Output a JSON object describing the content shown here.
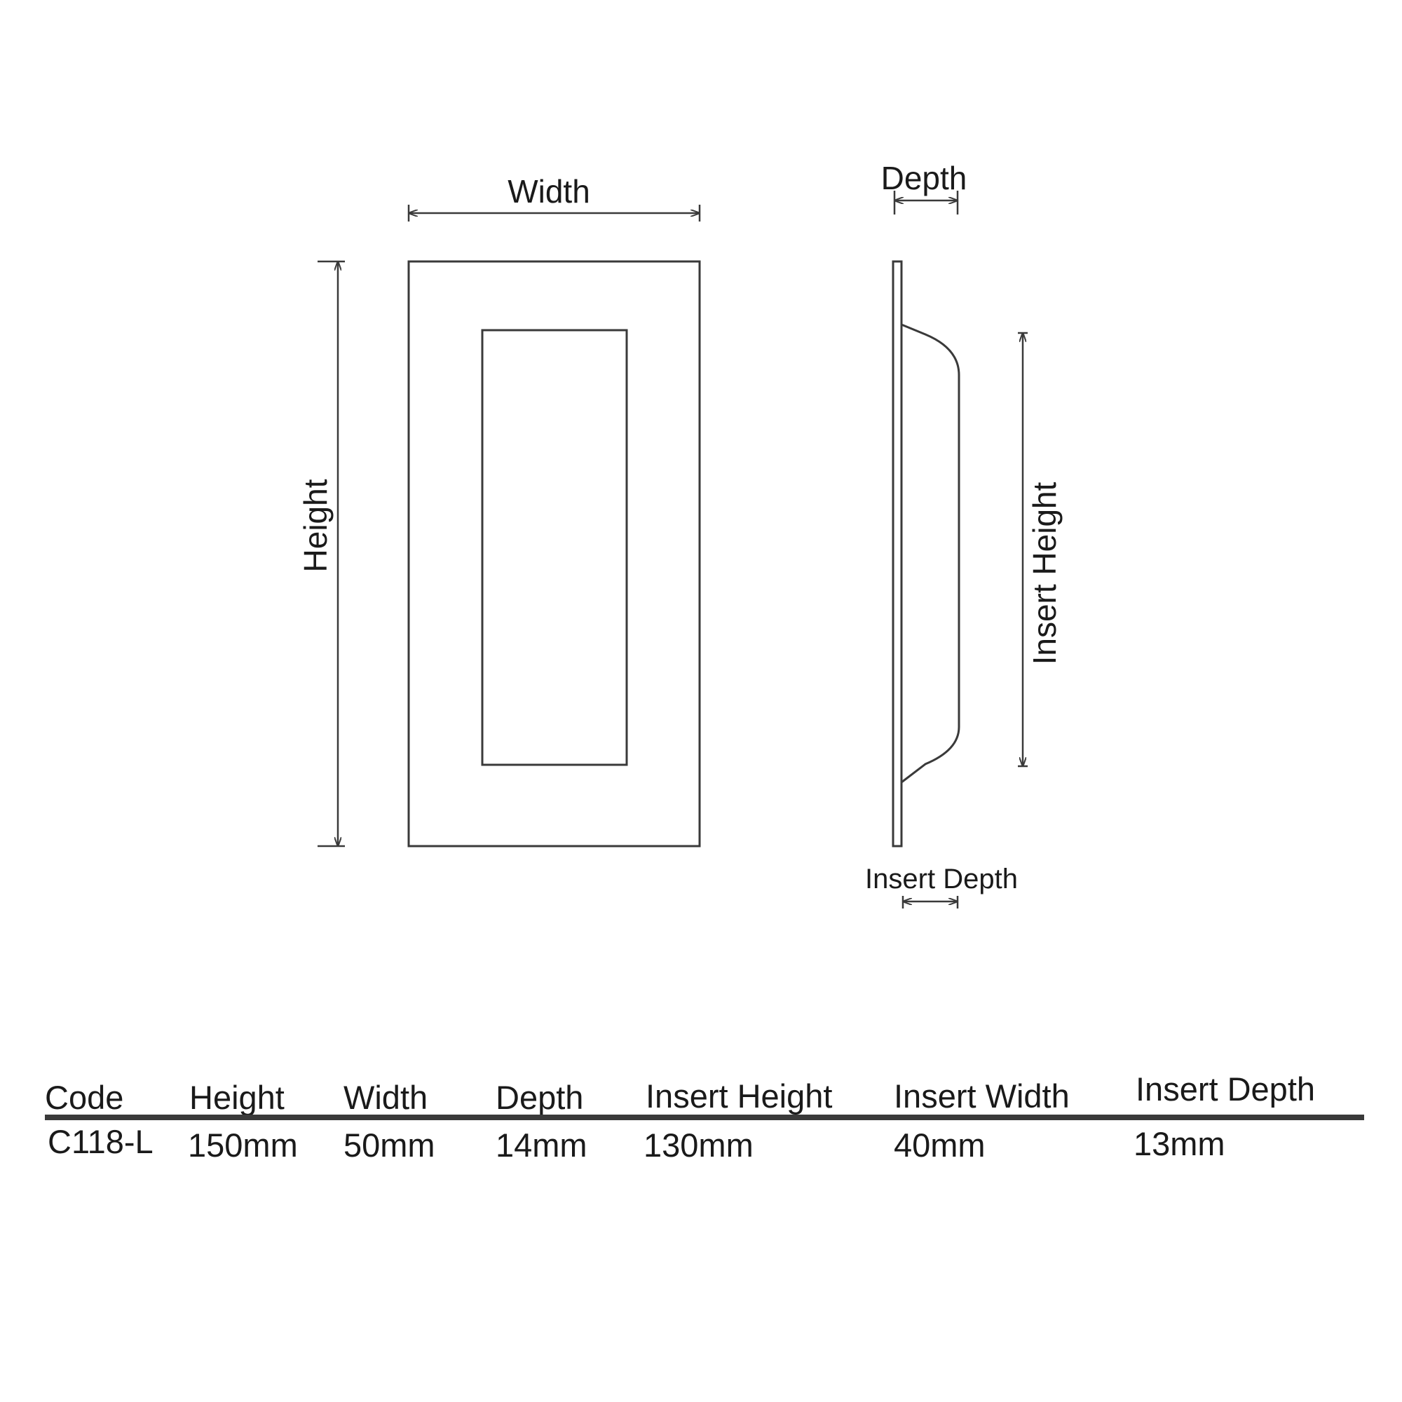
{
  "drawing": {
    "front_view": {
      "width_label": "Width",
      "height_label": "Height"
    },
    "side_view": {
      "depth_label": "Depth",
      "insert_height_label": "Insert Height",
      "insert_depth_label": "Insert Depth"
    }
  },
  "spec_table": {
    "headers": [
      "Code",
      "Height",
      "Width",
      "Depth",
      "Insert Height",
      "Insert Width",
      "Insert Depth"
    ],
    "rows": [
      [
        "C118-L",
        "150mm",
        "50mm",
        "14mm",
        "130mm",
        "40mm",
        "13mm"
      ]
    ]
  },
  "colors": {
    "line": "#3a3a3a",
    "text": "#1a1a1a",
    "background": "#ffffff"
  }
}
